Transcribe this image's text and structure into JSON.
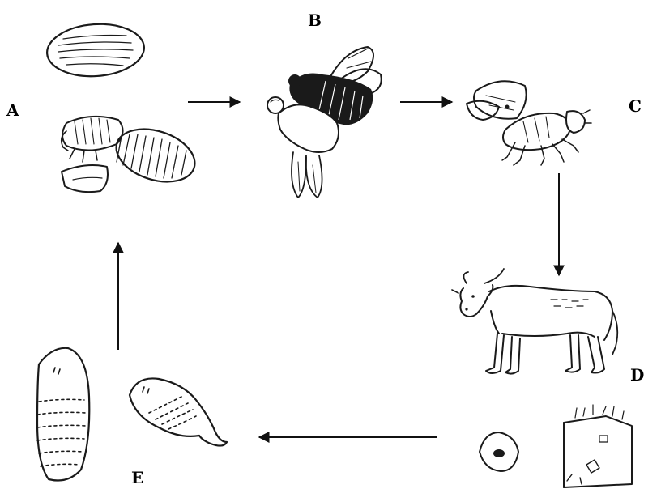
{
  "stages": {
    "a": {
      "letter": "A",
      "icon": "pupa-and-emerging-fly-icon"
    },
    "b": {
      "letter": "B",
      "icon": "mating-flies-icon"
    },
    "c": {
      "letter": "C",
      "icon": "adult-fly-icon"
    },
    "d": {
      "letter": "D",
      "icon": "cow-host-icon"
    },
    "e": {
      "letter": "E",
      "icon": "larva-icon"
    }
  },
  "arrows": [
    {
      "from": "A",
      "to": "B"
    },
    {
      "from": "B",
      "to": "C"
    },
    {
      "from": "C",
      "to": "D"
    },
    {
      "from": "D",
      "to": "E"
    },
    {
      "from": "E",
      "to": "A"
    }
  ]
}
